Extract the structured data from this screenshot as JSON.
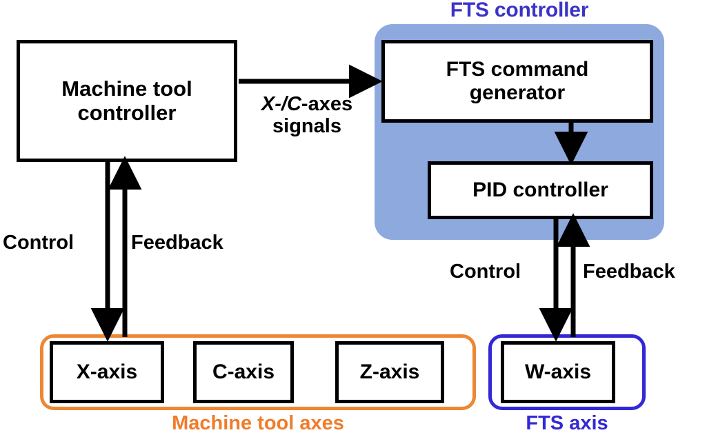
{
  "diagram": {
    "title": "Machine tool and FTS control architecture block diagram",
    "nodes": {
      "machine_tool_controller": "Machine tool\ncontroller",
      "fts_command_generator": "FTS command\ngenerator",
      "pid_controller": "PID controller"
    },
    "panels": {
      "fts_controller_title": "FTS controller",
      "fts_controller_fill": "#8ea9de",
      "fts_controller_title_color": "#3b33c6"
    },
    "groups": {
      "machine_tool_axes": {
        "caption": "Machine tool axes",
        "border_color": "#ed8733",
        "caption_color": "#f07c2a",
        "axes": [
          "X-axis",
          "C-axis",
          "Z-axis"
        ]
      },
      "fts_axis": {
        "caption": "FTS axis",
        "border_color": "#3328d6",
        "caption_color": "#3328d6",
        "axes": [
          "W-axis"
        ]
      }
    },
    "edges": {
      "xc_signals_line1_italic": "X-",
      "xc_signals_line1_sep": "/",
      "xc_signals_line1_italic2": "C",
      "xc_signals_line1_tail": "-axes",
      "xc_signals_line2": "signals",
      "left_control": "Control",
      "left_feedback": "Feedback",
      "right_control": "Control",
      "right_feedback": "Feedback"
    },
    "colors": {
      "stroke": "#000000",
      "background": "#ffffff"
    }
  }
}
